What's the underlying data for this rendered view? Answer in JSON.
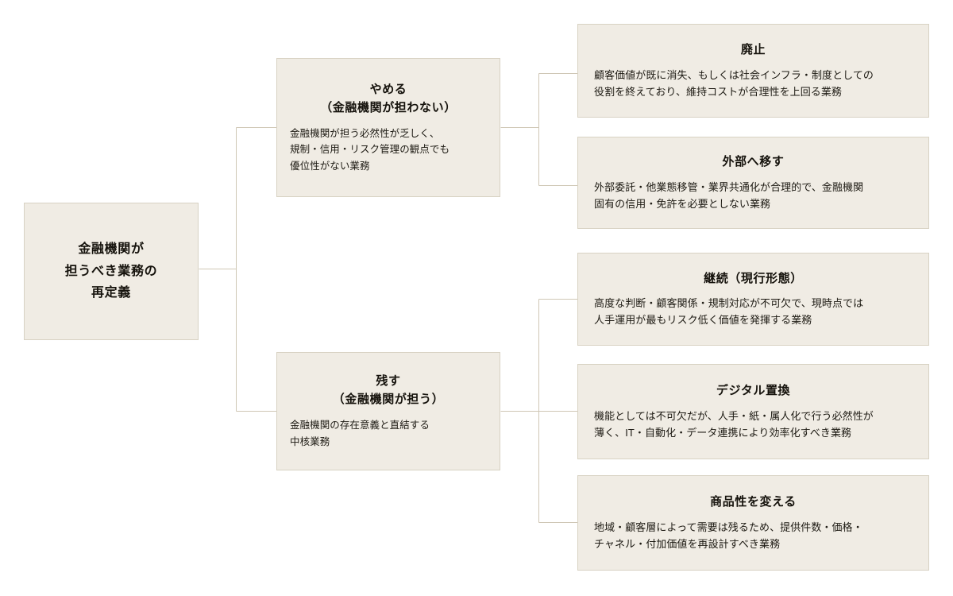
{
  "diagram": {
    "title": "金融機関が担うべき業務の再定義",
    "type": "horizontal-tree",
    "colors": {
      "node_fill": "#f0ece4",
      "node_border": "#d8d2c3",
      "connector": "#cfc7b5",
      "text": "#15120c",
      "background": "#ffffff"
    },
    "root": {
      "title_lines": [
        "金融機関が",
        "担うべき業務の",
        "再定義"
      ]
    },
    "branches": [
      {
        "id": "stop",
        "title_lines": [
          "やめる",
          "（金融機関が担わない）"
        ],
        "body_lines": [
          "金融機関が担う必然性が乏しく、",
          "規制・信用・リスク管理の観点でも",
          "優位性がない業務"
        ],
        "children": [
          {
            "id": "abolish",
            "title": "廃止",
            "body_lines": [
              "顧客価値が既に消失、もしくは社会インフラ・制度としての",
              "役割を終えており、維持コストが合理性を上回る業務"
            ]
          },
          {
            "id": "externalize",
            "title": "外部へ移す",
            "body_lines": [
              "外部委託・他業態移管・業界共通化が合理的で、金融機関",
              "固有の信用・免許を必要としない業務"
            ]
          }
        ]
      },
      {
        "id": "keep",
        "title_lines": [
          "残す",
          "（金融機関が担う）"
        ],
        "body_lines": [
          "金融機関の存在意義と直結する",
          "中核業務"
        ],
        "children": [
          {
            "id": "continue",
            "title": "継続（現行形態）",
            "body_lines": [
              "高度な判断・顧客関係・規制対応が不可欠で、現時点では",
              "人手運用が最もリスク低く価値を発揮する業務"
            ]
          },
          {
            "id": "digitize",
            "title": "デジタル置換",
            "body_lines": [
              "機能としては不可欠だが、人手・紙・属人化で行う必然性が",
              "薄く、IT・自動化・データ連携により効率化すべき業務"
            ]
          },
          {
            "id": "reshape-product",
            "title": "商品性を変える",
            "body_lines": [
              "地域・顧客層によって需要は残るため、提供件数・価格・",
              "チャネル・付加価値を再設計すべき業務"
            ]
          }
        ]
      }
    ]
  }
}
